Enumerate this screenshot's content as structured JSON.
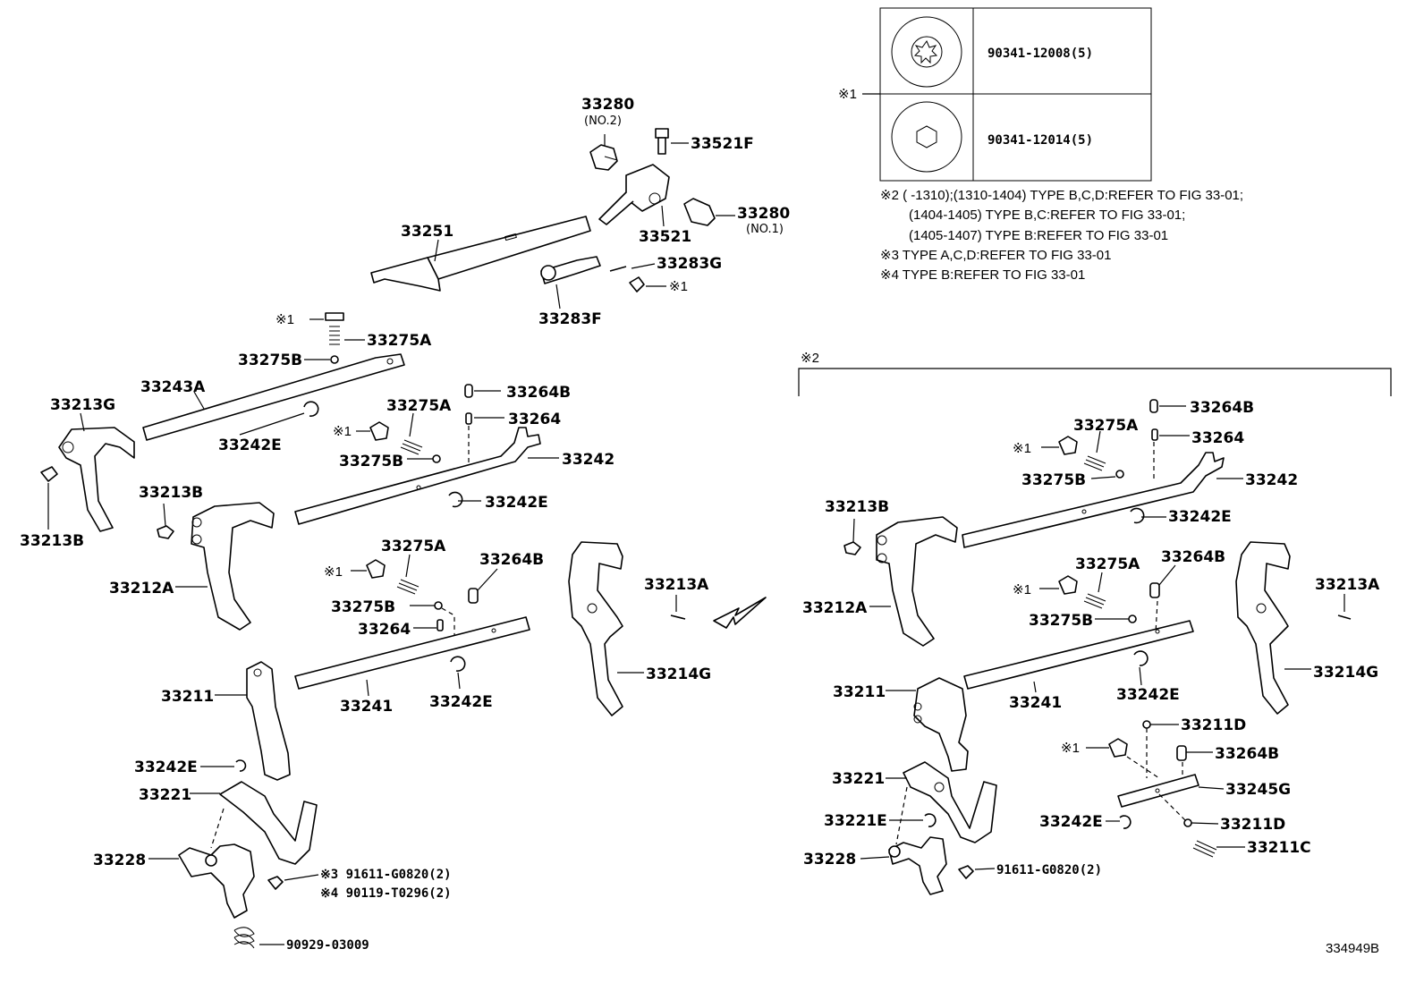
{
  "inset_table": {
    "marker": "※1",
    "rows": [
      {
        "part_no": "90341-12008(5)",
        "icon": "star-bolt-head-icon"
      },
      {
        "part_no": "90341-12014(5)",
        "icon": "hex-bolt-head-icon"
      }
    ]
  },
  "notes": [
    "※2 (      -1310);(1310-1404) TYPE B,C,D:REFER TO FIG 33-01;",
    "(1404-1405) TYPE B,C:REFER TO FIG 33-01;",
    "(1405-1407) TYPE B:REFER TO FIG 33-01",
    "※3 TYPE A,C,D:REFER TO FIG 33-01",
    "※4 TYPE B:REFER TO FIG 33-01"
  ],
  "bracket_marker": "※2",
  "ref_marker": "※1",
  "left_labels": {
    "p33280_no2": "33280",
    "p33280_no2_sub": "(NO.2)",
    "p33521f": "33521F",
    "p33280_no1": "33280",
    "p33280_no1_sub": "(NO.1)",
    "p33521": "33521",
    "p33251": "33251",
    "p33283g": "33283G",
    "p33283f": "33283F",
    "p33275a_1": "33275A",
    "p33275b_1": "33275B",
    "p33243a": "33243A",
    "p33213g": "33213G",
    "p33242e_1": "33242E",
    "p33213b_1": "33213B",
    "p33264b_1": "33264B",
    "p33264_1": "33264",
    "p33275a_2": "33275A",
    "p33275b_2": "33275B",
    "p33242": "33242",
    "p33242e_2": "33242E",
    "p33213b_2": "33213B",
    "p33212a": "33212A",
    "p33275a_3": "33275A",
    "p33264b_2": "33264B",
    "p33275b_3": "33275B",
    "p33264_2": "33264",
    "p33213a": "33213A",
    "p33214g": "33214G",
    "p33211": "33211",
    "p33241": "33241",
    "p33242e_3": "33242E",
    "p33242e_4": "33242E",
    "p33221": "33221",
    "p33228": "33228",
    "note3_part": "※3 91611-G0820(2)",
    "note4_part": "※4 90119-T0296(2)",
    "p90929": "90929-03009"
  },
  "right_labels": {
    "p33264b_1": "33264B",
    "p33275a_1": "33275A",
    "p33264_1": "33264",
    "p33275b_1": "33275B",
    "p33242": "33242",
    "p33213b": "33213B",
    "p33242e_1": "33242E",
    "p33212a": "33212A",
    "p33275a_2": "33275A",
    "p33264b_2": "33264B",
    "p33213a": "33213A",
    "p33275b_2": "33275B",
    "p33214g": "33214G",
    "p33211": "33211",
    "p33241": "33241",
    "p33242e_2": "33242E",
    "p33211d_1": "33211D",
    "p33264b_3": "33264B",
    "p33245g": "33245G",
    "p33221": "33221",
    "p33221e": "33221E",
    "p33242e_3": "33242E",
    "p33211d_2": "33211D",
    "p33211c": "33211C",
    "p33228": "33228",
    "p91611": "91611-G0820(2)"
  },
  "figure_code": "334949B"
}
